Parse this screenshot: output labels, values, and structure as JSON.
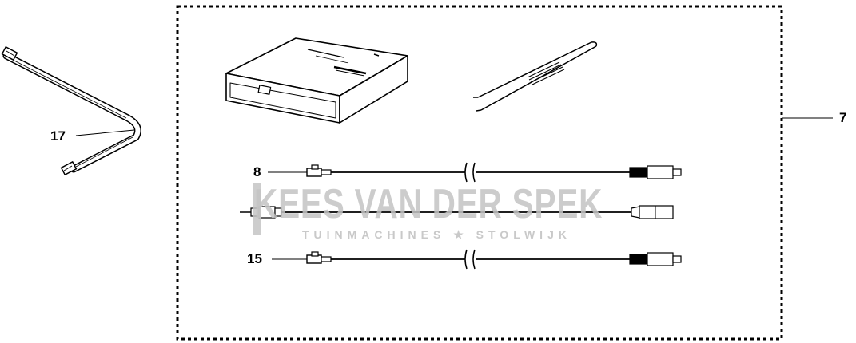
{
  "callouts": {
    "kit": "7",
    "wrench": "17",
    "cable_top": "8",
    "cable_bottom": "15"
  },
  "watermark": {
    "name": "KEES VAN DER SPEK",
    "tagline": "TUINMACHINES ★ STOLWIJK"
  },
  "colors": {
    "line": "#000000",
    "watermark": "#c4c4c4",
    "background": "#ffffff"
  }
}
